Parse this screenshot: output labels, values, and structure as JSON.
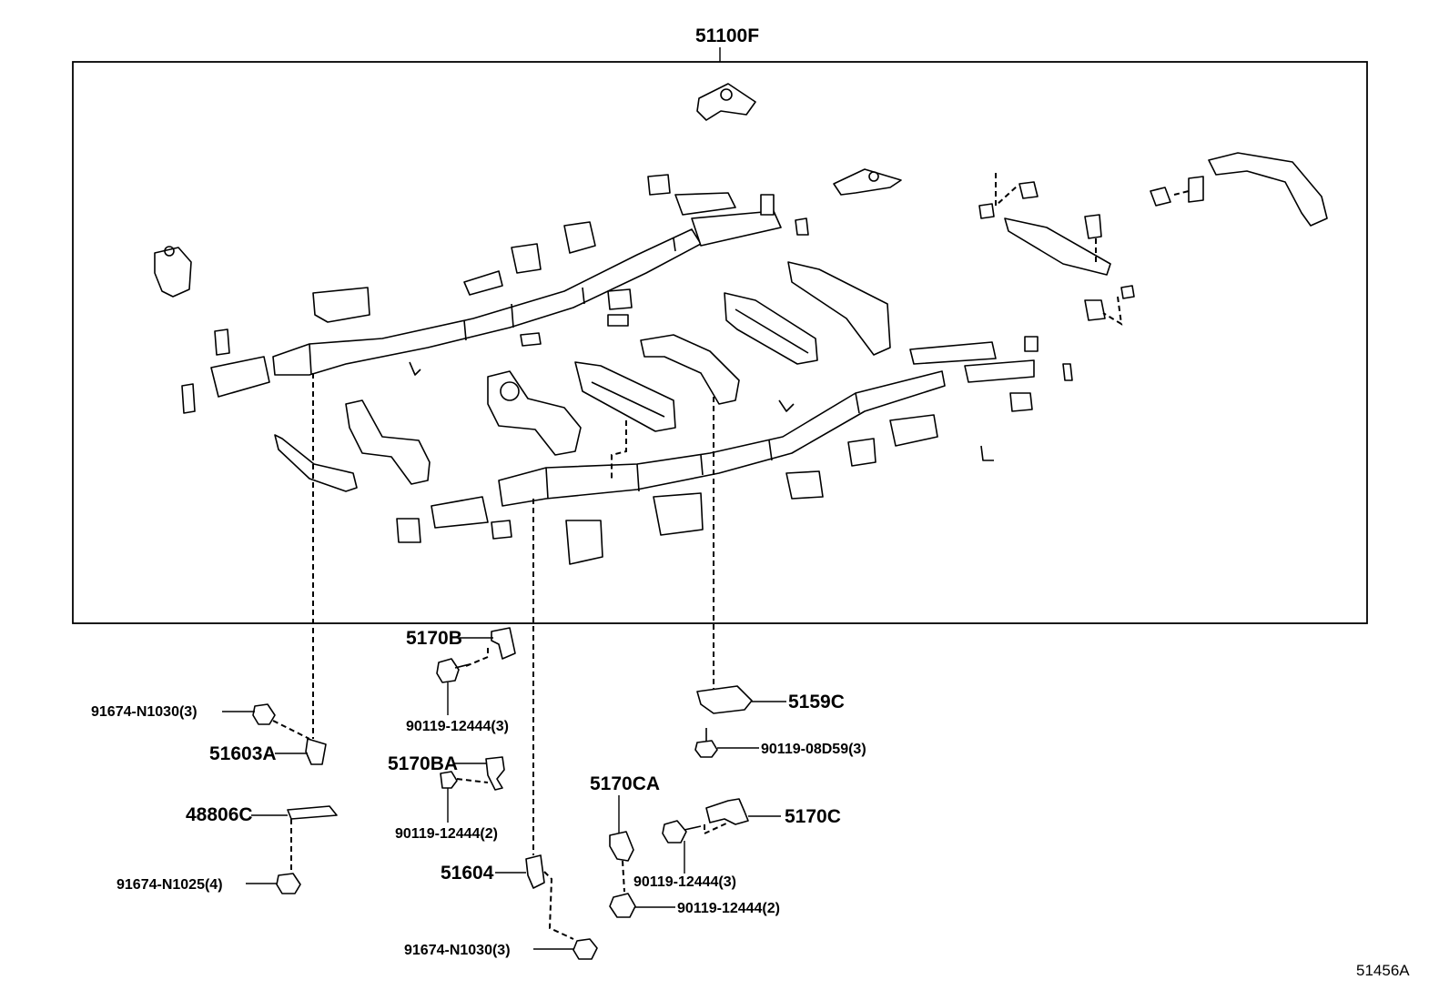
{
  "diagram": {
    "figure_id": "51456A",
    "assembly": {
      "label": "51100F"
    },
    "callouts": [
      {
        "id": "c-5170B",
        "label": "5170B"
      },
      {
        "id": "c-90119-12444-3a",
        "label": "90119-12444(3)"
      },
      {
        "id": "c-91674-N1030-3a",
        "label": "91674-N1030(3)"
      },
      {
        "id": "c-51603A",
        "label": "51603A"
      },
      {
        "id": "c-5170BA",
        "label": "5170BA"
      },
      {
        "id": "c-90119-12444-2a",
        "label": "90119-12444(2)"
      },
      {
        "id": "c-48806C",
        "label": "48806C"
      },
      {
        "id": "c-91674-N1025-4",
        "label": "91674-N1025(4)"
      },
      {
        "id": "c-51604",
        "label": "51604"
      },
      {
        "id": "c-91674-N1030-3b",
        "label": "91674-N1030(3)"
      },
      {
        "id": "c-5170CA",
        "label": "5170CA"
      },
      {
        "id": "c-90119-12444-3b",
        "label": "90119-12444(3)"
      },
      {
        "id": "c-90119-12444-2b",
        "label": "90119-12444(2)"
      },
      {
        "id": "c-5170C",
        "label": "5170C"
      },
      {
        "id": "c-5159C",
        "label": "5159C"
      },
      {
        "id": "c-90119-08D59-3",
        "label": "90119-08D59(3)"
      }
    ]
  }
}
